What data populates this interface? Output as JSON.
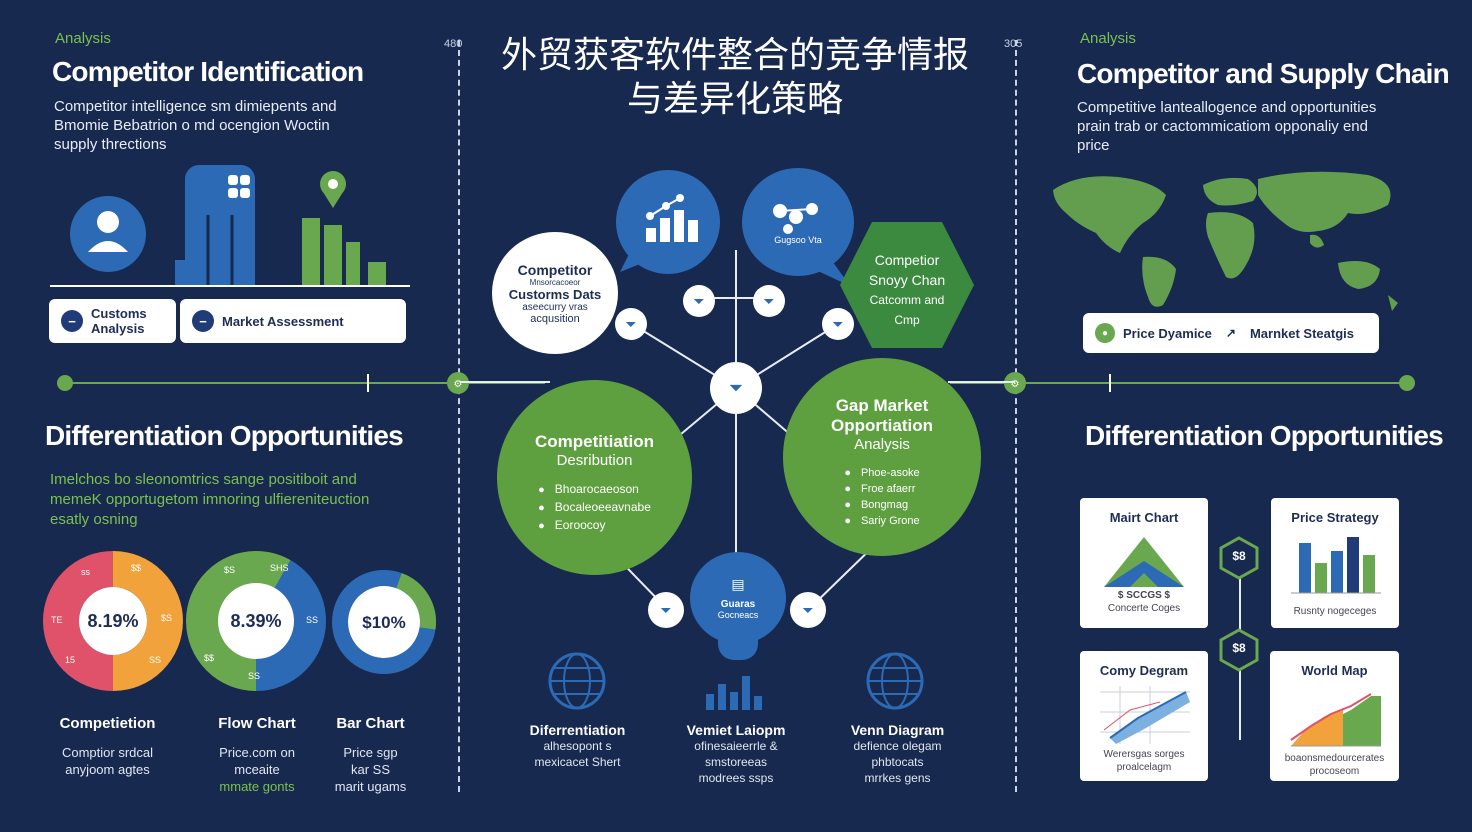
{
  "title": "外贸获客软件整合的竞争情报与差异化策略",
  "title_line1": "外贸获客软件整合的竞争情报",
  "title_line2": "与差异化策略",
  "side_markers": {
    "left": "480",
    "right": "305"
  },
  "left_top": {
    "tag": "Analysis",
    "heading": "Competitor Identification",
    "description": [
      "Competitor intelligence sm dimiepents and",
      "Bmomie Bebatrion o md ocengion Woctin",
      "supply thrections"
    ],
    "pills": [
      {
        "label": "Customs Analysis",
        "icon": "minus-icon"
      },
      {
        "label": "Market Assessment",
        "icon": "minus-icon"
      }
    ]
  },
  "right_top": {
    "tag": "Analysis",
    "heading": "Competitor and Supply Chain",
    "description": [
      "Competitive lanteallogence and opportunities",
      "prain trab or cactommicatiom opponaliy end",
      "price"
    ],
    "pill_left": "Price Dyamice",
    "pill_right": "Marnket Steatgis"
  },
  "left_bottom": {
    "heading": "Differentiation Opportunities",
    "description": [
      "Imelchos bo sleonomtrics sange positiboit and",
      "memeK opportugetom  imnoring ulfiereniteuction",
      "esatly osning"
    ],
    "donuts": [
      {
        "value": "8.19%",
        "tick_labels": [
          "ss",
          "$$",
          "TE",
          "$S",
          "15",
          "SS"
        ],
        "caption_title": "Competietion",
        "caption_text": [
          "Comptior srdcal",
          "anyjoom agtes"
        ]
      },
      {
        "value": "8.39%",
        "tick_labels": [
          "$S",
          "SHS",
          "$$",
          "SS",
          "SS"
        ],
        "caption_title": "Flow Chart",
        "caption_text": [
          "Price.com on",
          "mceaite",
          "mmate gonts"
        ]
      },
      {
        "value": "$10%",
        "tick_labels": [],
        "caption_title": "Bar Chart",
        "caption_text": [
          "Price sgp",
          "kar SS",
          "marit ugams"
        ]
      }
    ]
  },
  "right_bottom": {
    "heading": "Differentiation Opportunities",
    "cards": [
      {
        "title": "Mairt Chart",
        "sub": [
          "$  SCCGS  $",
          "Concerte Coges"
        ]
      },
      {
        "title": "Price Strategy",
        "sub": [
          "Rusnty nogeceges"
        ]
      },
      {
        "title": "Comy Degram",
        "sub": [
          "Werersgas sorges",
          "proalcelagm"
        ]
      },
      {
        "title": "World Map",
        "sub": [
          "boaonsmedourcerates",
          "procoseom"
        ]
      }
    ],
    "badges": [
      "$8",
      "$8"
    ]
  },
  "center": {
    "node_competitor": [
      "Competitor",
      "Mnsorcacoeor",
      "Custorms Dats",
      "aseecurry vras",
      "acqusition"
    ],
    "node_bubble_right": "Gugsoo Vta",
    "node_supply": [
      "Competior",
      "Snoyy Chan",
      "Catcomm and",
      "Cmp"
    ],
    "node_distribution": {
      "title": [
        "Competitiation",
        "Desribution"
      ],
      "bullets": [
        "Bhoarocaeoson",
        "Bocaleoeeavnabe",
        "Eoroocoy"
      ]
    },
    "node_gap": {
      "title": [
        "Gap Market",
        "Opportiation",
        "Analysis"
      ],
      "bullets": [
        "Phoe-asoke",
        "Froe afaerr",
        "Bongmag",
        "Sariy Grone"
      ]
    },
    "node_customs": [
      "Guaras",
      "Gocneacs"
    ],
    "bottom_items": [
      {
        "title": "Diferrentiation",
        "text": [
          "alhesopont s",
          "mexicacet Shert"
        ],
        "icon": "globe-icon"
      },
      {
        "title": "Vemiet Laiopm",
        "text": [
          "ofinesaieerrle &",
          "smstoreeas",
          "modrees ssps"
        ],
        "icon": "bar-chart-icon"
      },
      {
        "title": "Venn Diagram",
        "text": [
          "defience olegam",
          "phbtocats",
          "mrrkes gens"
        ],
        "icon": "globe-icon"
      }
    ]
  },
  "colors": {
    "background": "#17294f",
    "green": "#6aa84f",
    "blue": "#2d6ab5",
    "orange": "#f2a23a",
    "red": "#e0526a"
  }
}
